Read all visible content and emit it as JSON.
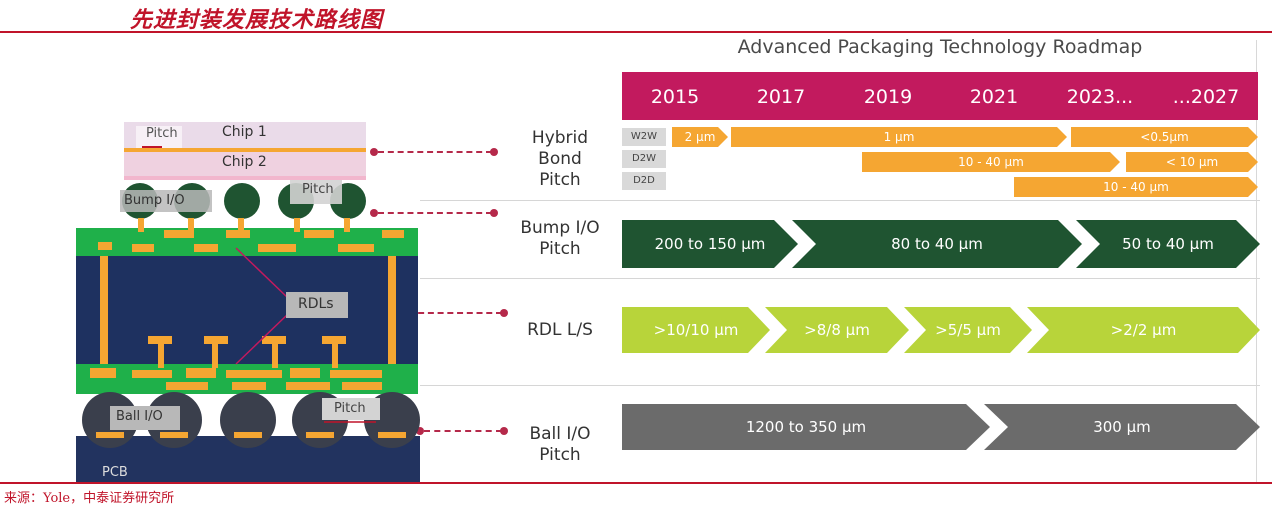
{
  "header": {
    "title": "先进封装发展技术路线图"
  },
  "footer": {
    "source": "来源：Yole，中泰证券研究所"
  },
  "roadmap": {
    "title": "Advanced Packaging Technology Roadmap",
    "years": [
      "2015",
      "2017",
      "2019",
      "2021",
      "2023...",
      "...2027"
    ],
    "rows": {
      "hybrid": {
        "label_lines": [
          "Hybrid",
          "Bond",
          "Pitch"
        ],
        "tags": [
          "W2W",
          "D2W",
          "D2D"
        ],
        "w2w": [
          "2 μm",
          "1 μm",
          "<0.5μm"
        ],
        "d2w": [
          "10 - 40 μm",
          "< 10 μm"
        ],
        "d2d": [
          "10 - 40 μm"
        ]
      },
      "bump": {
        "label_lines": [
          "Bump I/O",
          "Pitch"
        ],
        "segments": [
          "200 to 150 μm",
          "80 to 40 μm",
          "50 to 40 μm"
        ]
      },
      "rdl": {
        "label_lines": [
          "RDL L/S"
        ],
        "segments": [
          ">10/10 μm",
          ">8/8 μm",
          ">5/5 μm",
          ">2/2 μm"
        ]
      },
      "ball": {
        "label_lines": [
          "Ball I/O",
          "Pitch"
        ],
        "segments": [
          "1200 to 350 μm",
          "300 μm"
        ]
      }
    }
  },
  "cross_section": {
    "pitch": "Pitch",
    "chip1": "Chip 1",
    "chip2": "Chip 2",
    "bump_io": "Bump I/O",
    "rdls": "RDLs",
    "ball_io": "Ball I/O",
    "pcb": "PCB"
  },
  "colors": {
    "brand_red": "#c0142a",
    "year_band": "#c21a5e",
    "orange": "#f5a632",
    "dark_green": "#1f5431",
    "light_green": "#b8d43a",
    "grey": "#6b6b6b",
    "substrate_navy": "#1e3160"
  }
}
